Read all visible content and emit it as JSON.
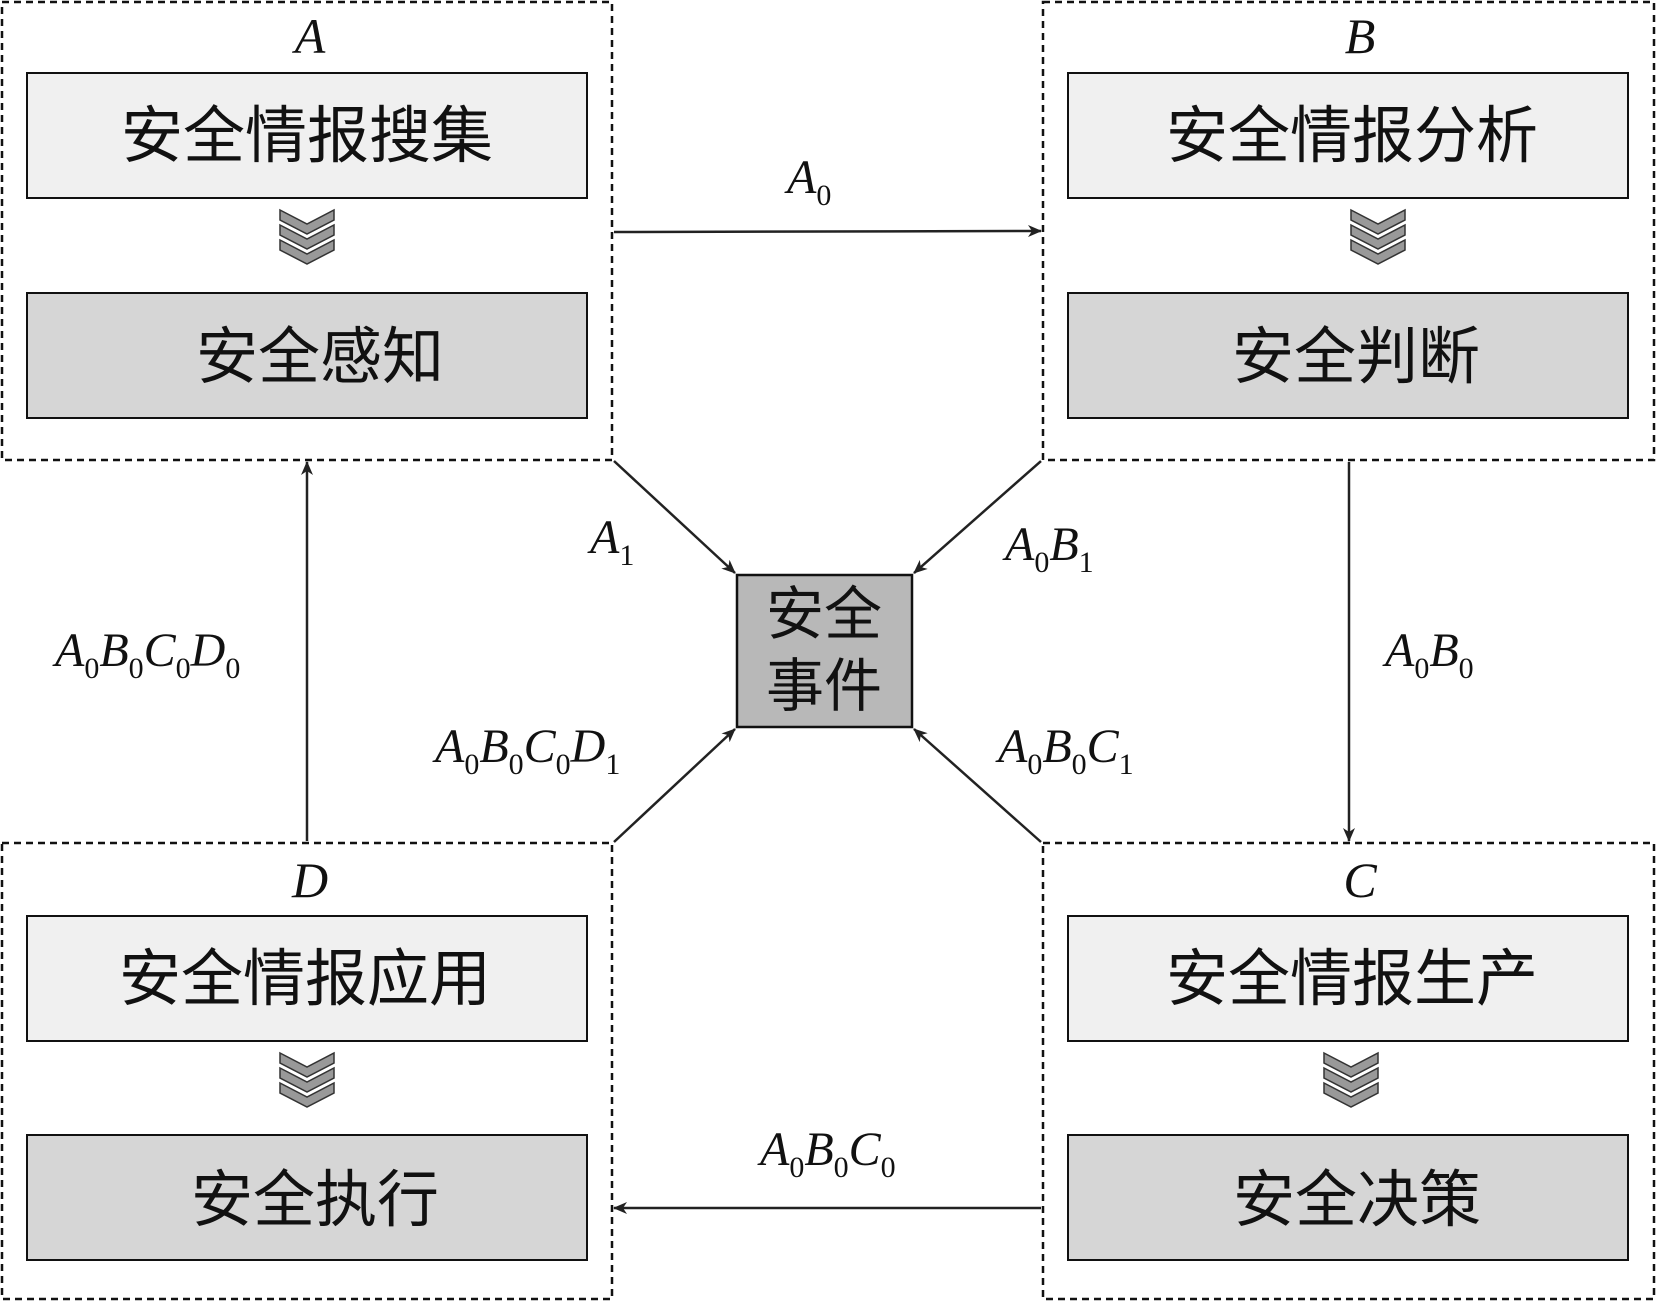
{
  "panels": {
    "A": {
      "letter": "A",
      "top": "安全情报搜集",
      "bottom": "安全感知"
    },
    "B": {
      "letter": "B",
      "top": "安全情报分析",
      "bottom": "安全判断"
    },
    "C": {
      "letter": "C",
      "top": "安全情报生产",
      "bottom": "安全决策"
    },
    "D": {
      "letter": "D",
      "top": "安全情报应用",
      "bottom": "安全执行"
    }
  },
  "center": {
    "line1": "安全",
    "line2": "事件"
  },
  "edges": {
    "a_to_b": [
      [
        "A",
        "0"
      ]
    ],
    "b_to_c": [
      [
        "A",
        "0"
      ],
      [
        "B",
        "0"
      ]
    ],
    "c_to_d": [
      [
        "A",
        "0"
      ],
      [
        "B",
        "0"
      ],
      [
        "C",
        "0"
      ]
    ],
    "d_to_a": [
      [
        "A",
        "0"
      ],
      [
        "B",
        "0"
      ],
      [
        "C",
        "0"
      ],
      [
        "D",
        "0"
      ]
    ],
    "a_to_event": [
      [
        "A",
        "1"
      ]
    ],
    "b_to_event": [
      [
        "A",
        "0"
      ],
      [
        "B",
        "1"
      ]
    ],
    "c_to_event": [
      [
        "A",
        "0"
      ],
      [
        "B",
        "0"
      ],
      [
        "C",
        "1"
      ]
    ],
    "d_to_event": [
      [
        "A",
        "0"
      ],
      [
        "B",
        "0"
      ],
      [
        "C",
        "0"
      ],
      [
        "D",
        "1"
      ]
    ]
  }
}
